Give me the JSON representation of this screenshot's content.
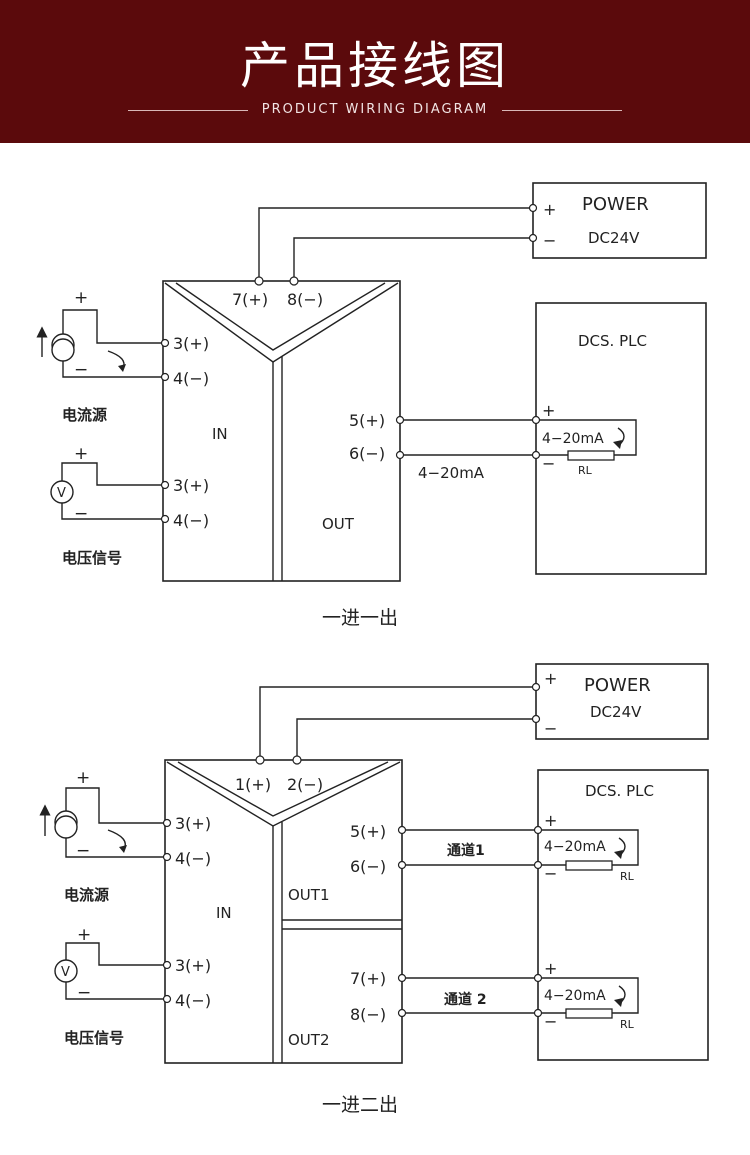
{
  "header": {
    "title": "产品接线图",
    "subtitle": "PRODUCT WIRING DIAGRAM",
    "background_color": "#5b0a0c"
  },
  "diagram1": {
    "caption": "一进一出",
    "power": {
      "title": "POWER",
      "voltage": "DC24V",
      "plus": "+",
      "minus": "−"
    },
    "supply_terminals": {
      "pos": "7(+)",
      "neg": "8(−)"
    },
    "current_source": {
      "label": "电流源",
      "plus": "+",
      "minus": "−",
      "term_pos": "3(+)",
      "term_neg": "4(−)"
    },
    "voltage_signal": {
      "label": "电压信号",
      "symbol": "V",
      "plus": "+",
      "minus": "−",
      "term_pos": "3(+)",
      "term_neg": "4(−)"
    },
    "in_label": "IN",
    "out_label": "OUT",
    "out_terminals": {
      "pos": "5(+)",
      "neg": "6(−)"
    },
    "signal_label": "4−20mA",
    "dcs": {
      "title": "DCS. PLC",
      "plus": "+",
      "minus": "−",
      "loop_label": "4−20mA",
      "rl": "RL"
    }
  },
  "diagram2": {
    "caption": "一进二出",
    "power": {
      "title": "POWER",
      "voltage": "DC24V",
      "plus": "+",
      "minus": "−"
    },
    "supply_terminals": {
      "pos": "1(+)",
      "neg": "2(−)"
    },
    "current_source": {
      "label": "电流源",
      "plus": "+",
      "minus": "−",
      "term_pos": "3(+)",
      "term_neg": "4(−)"
    },
    "voltage_signal": {
      "label": "电压信号",
      "symbol": "V",
      "plus": "+",
      "minus": "−",
      "term_pos": "3(+)",
      "term_neg": "4(−)"
    },
    "in_label": "IN",
    "out1": {
      "label": "OUT1",
      "pos": "5(+)",
      "neg": "6(−)",
      "channel": "通道1"
    },
    "out2": {
      "label": "OUT2",
      "pos": "7(+)",
      "neg": "8(−)",
      "channel": "通道 2"
    },
    "dcs": {
      "title": "DCS. PLC",
      "plus": "+",
      "minus": "−",
      "loop_label": "4−20mA",
      "rl": "RL"
    }
  }
}
